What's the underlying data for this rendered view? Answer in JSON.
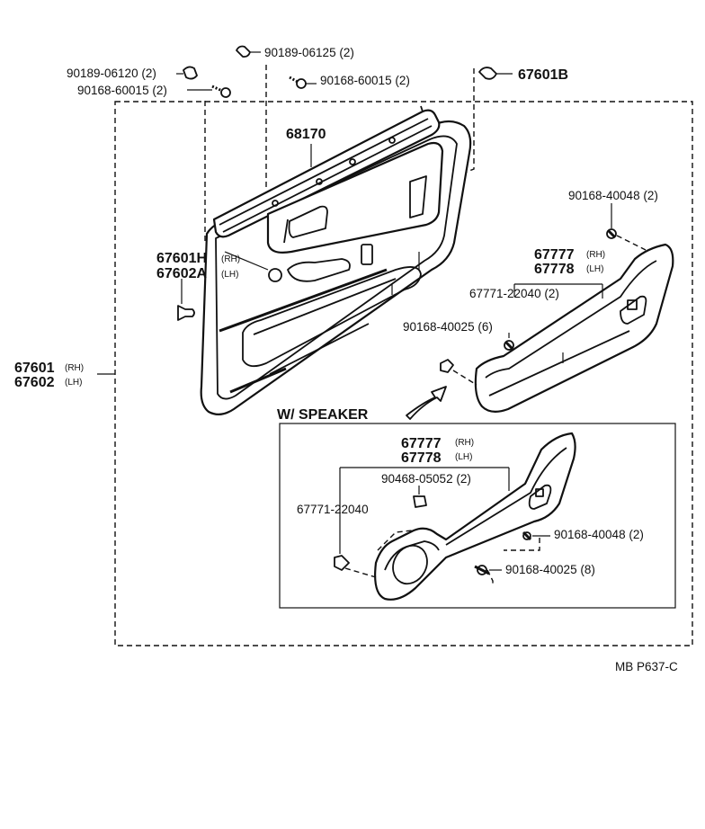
{
  "labels": {
    "p_90189_06125": "90189-06125 (2)",
    "p_90189_06120": "90189-06120 (2)",
    "p_90168_60015_a": "90168-60015 (2)",
    "p_90168_60015_b": "90168-60015 (2)",
    "p_67601B": "67601B",
    "p_68170": "68170",
    "p_90168_40048_a": "90168-40048 (2)",
    "p_67601H": "67601H",
    "p_67601H_tag": "(RH)",
    "p_67602A": "67602A",
    "p_67602A_tag": "(LH)",
    "p_67777_a": "67777",
    "p_67777_a_tag": "(RH)",
    "p_67778_a": "67778",
    "p_67778_a_tag": "(LH)",
    "p_67771_22040_a": "67771-22040 (2)",
    "p_90168_40025_a": "90168-40025 (6)",
    "p_67601": "67601",
    "p_67601_tag": "(RH)",
    "p_67602": "67602",
    "p_67602_tag": "(LH)",
    "w_speaker": "W/ SPEAKER",
    "p_67777_b": "67777",
    "p_67777_b_tag": "(RH)",
    "p_67778_b": "67778",
    "p_67778_b_tag": "(LH)",
    "p_90468_05052": "90468-05052 (2)",
    "p_67771_22040_b": "67771-22040",
    "p_90168_40048_b": "90168-40048 (2)",
    "p_90168_40025_b": "90168-40025 (8)",
    "figure_code": "MB  P637-C"
  }
}
